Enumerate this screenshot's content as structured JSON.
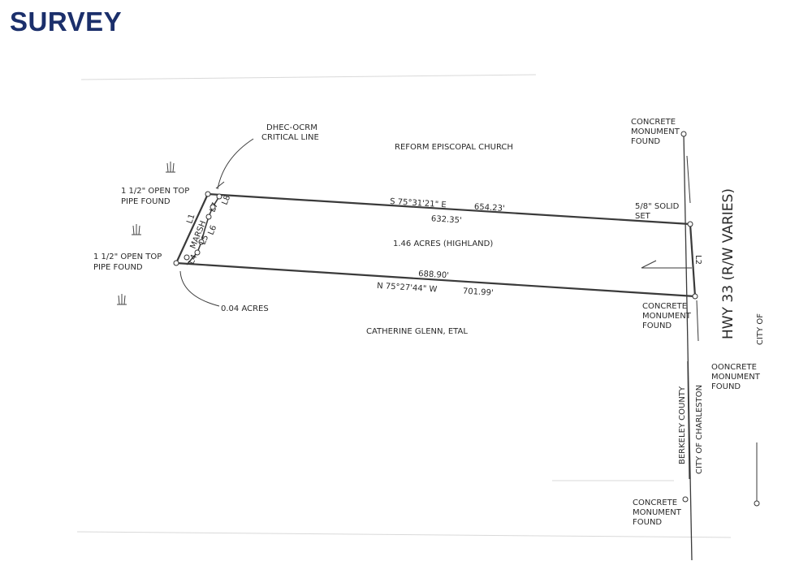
{
  "page": {
    "title": "SURVEY",
    "title_color": "#1b2f6b"
  },
  "plat": {
    "critical_line": [
      "DHEC-OCRM",
      "CRITICAL LINE"
    ],
    "north_owner": "REFORM EPISCOPAL CHURCH",
    "south_owner": "CATHERINE GLENN, ETAL",
    "pipe_top": [
      "1 1/2\" OPEN TOP",
      "PIPE FOUND"
    ],
    "pipe_bottom": [
      "1 1/2\" OPEN TOP",
      "PIPE FOUND"
    ],
    "north_bearing": "S 75°31'21\" E",
    "north_distance": "654.23'",
    "north_inner": "632.35'",
    "highland_area": "1.46 ACRES (HIGHLAND)",
    "south_inner": "688.90'",
    "south_bearing": "N 75°27'44\" W",
    "south_distance": "701.99'",
    "marsh_area": "0.04 ACRES",
    "marsh_label": "MARSH",
    "lines": {
      "l1": "L1",
      "l2": "L2",
      "l4": "L4",
      "l5": "L5",
      "l6": "L6",
      "l7": "L7",
      "l8": "L8"
    },
    "rebar": [
      "5/8\" SOLID",
      "SET"
    ],
    "monument_top": [
      "CONCRETE",
      "MONUMENT",
      "FOUND"
    ],
    "monument_mid": [
      "CONCRETE",
      "MONUMENT",
      "FOUND"
    ],
    "monument_right": [
      "OONCRETE",
      "MONUMENT",
      "FOUND"
    ],
    "monument_bottom": [
      "CONCRETE",
      "MONUMENT",
      "FOUND"
    ],
    "highway": "HWY 33 (R/W VARIES)",
    "city_edge": "CITY OF",
    "berkeley": "BERKELEY COUNTY",
    "charleston": "CITY OF CHARLESTON"
  }
}
